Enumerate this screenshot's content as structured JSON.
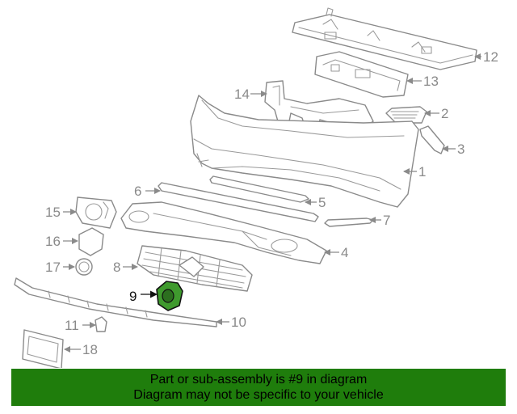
{
  "diagram": {
    "callouts": {
      "c1": "1",
      "c2": "2",
      "c3": "3",
      "c4": "4",
      "c5": "5",
      "c6": "6",
      "c7": "7",
      "c8": "8",
      "c9": "9",
      "c10": "10",
      "c11": "11",
      "c12": "12",
      "c13": "13",
      "c14": "14",
      "c15": "15",
      "c16": "16",
      "c17": "17",
      "c18": "18"
    },
    "highlighted_part": "9",
    "highlight_color": "#3f9a2e",
    "banner_color": "#1f7d0c",
    "line_color": "#8a8a8a"
  },
  "banner": {
    "line1": "Part or sub-assembly is #9 in diagram",
    "line2": "Diagram may not be specific to your vehicle"
  }
}
